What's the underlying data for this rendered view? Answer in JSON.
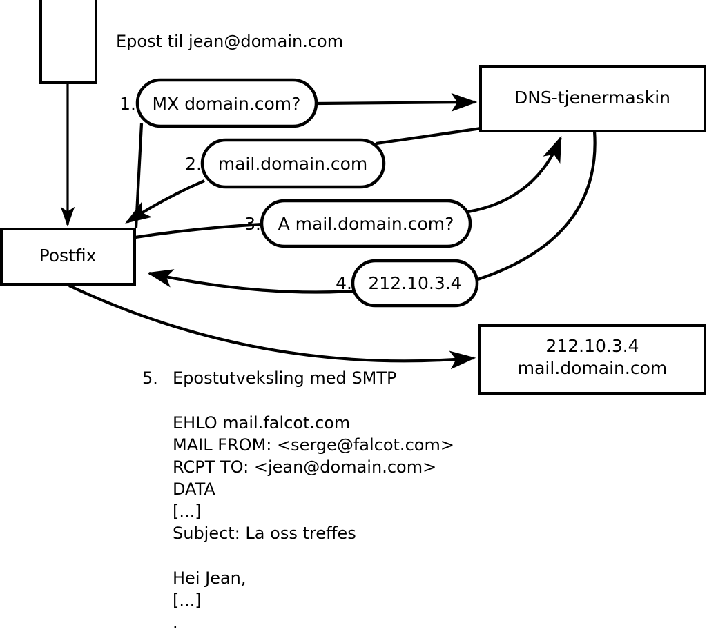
{
  "diagram": {
    "title_caption": "Epost til jean@domain.com",
    "nodes": {
      "client": {
        "label": ""
      },
      "postfix": {
        "label": "Postfix"
      },
      "dns": {
        "label": "DNS-tjenermaskin"
      },
      "mailserver": {
        "line1": "212.10.3.4",
        "line2": "mail.domain.com"
      }
    },
    "steps": [
      {
        "num": "1.",
        "label": "MX domain.com?"
      },
      {
        "num": "2.",
        "label": "mail.domain.com"
      },
      {
        "num": "3.",
        "label": "A mail.domain.com?"
      },
      {
        "num": "4.",
        "label": "212.10.3.4"
      }
    ],
    "step5": {
      "num": "5.",
      "label": "Epostutveksling med SMTP"
    },
    "smtp_transcript": [
      "EHLO mail.falcot.com",
      "MAIL FROM: <serge@falcot.com>",
      "RCPT TO: <jean@domain.com>",
      "DATA",
      "[...]",
      "Subject: La oss treffes",
      "",
      "Hei Jean,",
      "[...]",
      "."
    ],
    "colors": {
      "stroke": "#000000",
      "fill": "#ffffff",
      "text": "#000000"
    }
  }
}
